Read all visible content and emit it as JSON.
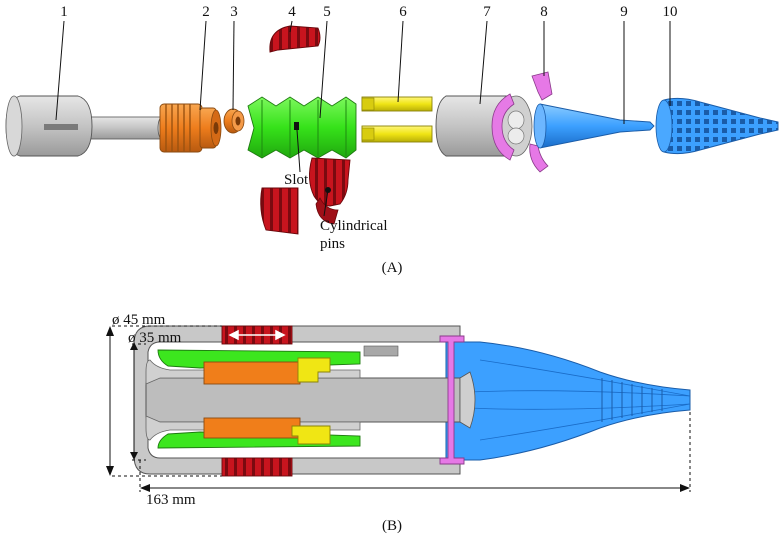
{
  "part_numbers": [
    "1",
    "2",
    "3",
    "4",
    "5",
    "6",
    "7",
    "8",
    "9",
    "10"
  ],
  "annotations": {
    "slot": "Slot",
    "pins_line1": "Cylindrical",
    "pins_line2": "pins"
  },
  "caption_a": "(A)",
  "caption_b": "(B)",
  "dimensions": {
    "outer_diameter": "ø 45 mm",
    "inner_diameter": "ø 35 mm",
    "length": "163 mm"
  },
  "colors": {
    "gray": "#c8c8c8",
    "orange": "#f07e1a",
    "red": "#c8141e",
    "green": "#3ce61e",
    "yellow": "#f0e614",
    "pink": "#e678e6",
    "blue": "#3ca0ff"
  }
}
